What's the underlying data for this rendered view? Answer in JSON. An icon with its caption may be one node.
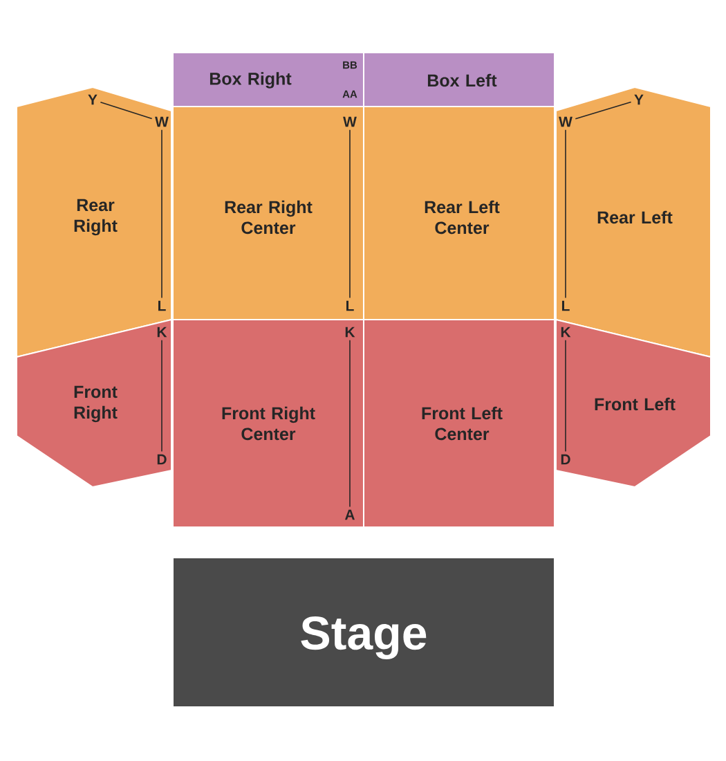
{
  "diagram": {
    "nodes": [
      {
        "text": [
          "Box Right",
          "BB",
          "AA"
        ]
      },
      {
        "text": [
          "Box Left"
        ]
      },
      {
        "text": [
          "Rear Right"
        ]
      },
      {
        "text": [
          "Rear Right Center"
        ]
      },
      {
        "text": [
          "Rear Left Center"
        ]
      },
      {
        "text": [
          "Rear Left"
        ]
      },
      {
        "text": [
          "Front Right"
        ]
      },
      {
        "text": [
          "Front Right Center"
        ]
      },
      {
        "text": [
          "Front Left Center"
        ]
      },
      {
        "text": [
          "Front Left"
        ]
      },
      {
        "text": [
          "Stage"
        ]
      },
      {
        "text": [
          "Y"
        ],
        "in": 2
      },
      {
        "text": [
          "W"
        ],
        "in": 2
      },
      {
        "text": [
          "L"
        ],
        "in": 2
      },
      {
        "text": [
          "K"
        ],
        "in": 6
      },
      {
        "text": [
          "D"
        ],
        "in": 6
      },
      {
        "text": [
          "W"
        ],
        "in": 3
      },
      {
        "text": [
          "L"
        ],
        "in": 3
      },
      {
        "text": [
          "K"
        ],
        "in": 7
      },
      {
        "text": [
          "A"
        ],
        "in": 7
      },
      {
        "text": [
          "W"
        ],
        "in": 5
      },
      {
        "text": [
          "Y"
        ],
        "in": 5
      },
      {
        "text": [
          "L"
        ],
        "in": 5
      },
      {
        "text": [
          "K"
        ],
        "in": 9
      },
      {
        "text": [
          "D"
        ],
        "in": 9
      }
    ],
    "edges": [
      {
        "from": 11,
        "to": 12,
        "arrow": "none"
      },
      {
        "from": 12,
        "to": 13,
        "arrow": "none"
      },
      {
        "from": 14,
        "to": 15,
        "arrow": "none"
      },
      {
        "from": 16,
        "to": 17,
        "arrow": "none"
      },
      {
        "from": 18,
        "to": 19,
        "arrow": "none"
      },
      {
        "from": 20,
        "to": 21,
        "arrow": "none"
      },
      {
        "from": 20,
        "to": 22,
        "arrow": "none"
      },
      {
        "from": 23,
        "to": 24,
        "arrow": "none"
      }
    ]
  }
}
